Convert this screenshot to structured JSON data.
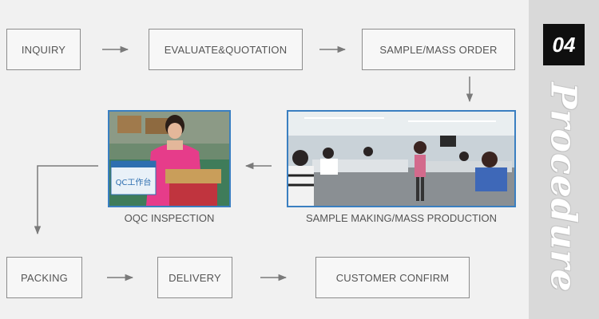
{
  "steps": {
    "inquiry": "INQUIRY",
    "evaluate": "EVALUATE&QUOTATION",
    "sample_order": "SAMPLE/MASS ORDER",
    "oqc": "OQC INSPECTION",
    "sample_making": "SAMPLE MAKING/MASS PRODUCTION",
    "packing": "PACKING",
    "delivery": "DELIVERY",
    "confirm": "CUSTOMER CONFIRM"
  },
  "side": {
    "number": "04",
    "word": "Procedure"
  },
  "photo_text": {
    "qc_sign": "QC工作台"
  },
  "colors": {
    "background": "#f1f1f1",
    "box_border": "#8c8c8c",
    "photo_border": "#3a7fc1",
    "side_panel": "#d9d9d9",
    "badge": "#0f0f0f"
  },
  "icons": {
    "arrow": "arrow-icon"
  }
}
